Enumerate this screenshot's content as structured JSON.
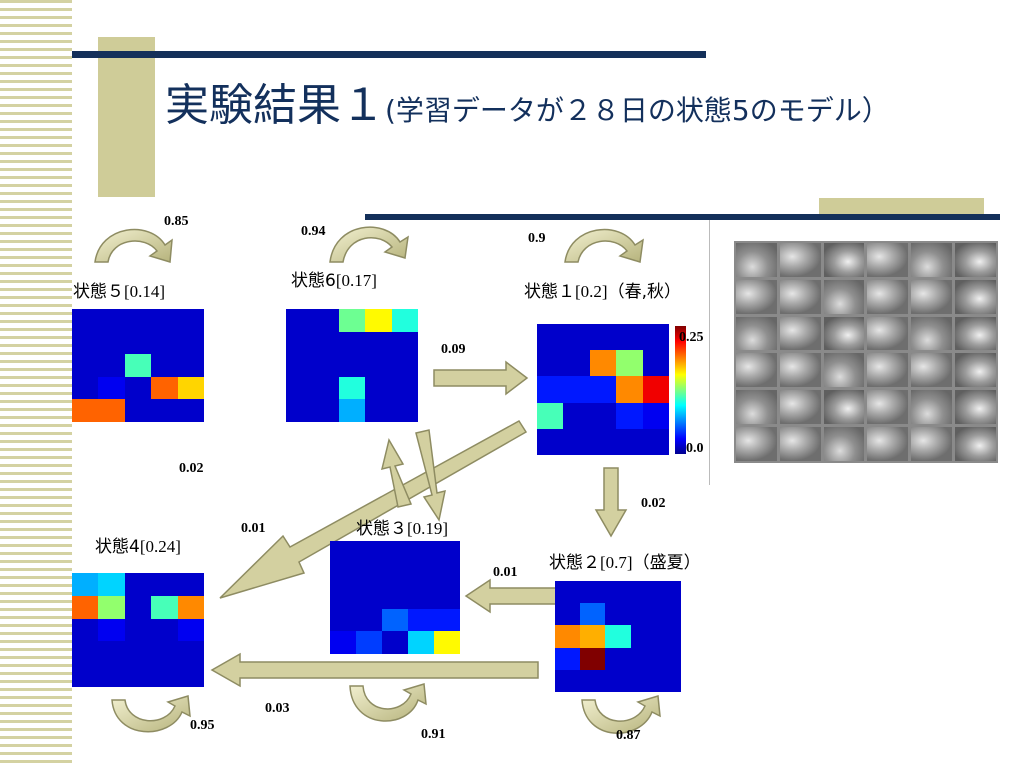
{
  "title": {
    "main": "実験結果１",
    "sub": "(学習データが２８日の状態5のモデル）"
  },
  "states": [
    {
      "id": "s5",
      "name": "状態５",
      "prob": "[0.14]",
      "season": ""
    },
    {
      "id": "s6",
      "name": "状態6",
      "prob": "[0.17]",
      "season": ""
    },
    {
      "id": "s1",
      "name": "状態１",
      "prob": "[0.2]",
      "season": "（春,秋）"
    },
    {
      "id": "s4",
      "name": "状態4",
      "prob": "[0.24]",
      "season": ""
    },
    {
      "id": "s3",
      "name": "状態３",
      "prob": "[0.19]",
      "season": ""
    },
    {
      "id": "s2",
      "name": "状態２",
      "prob": "[0.7]",
      "season": "（盛夏）"
    }
  ],
  "self_transitions": {
    "s5": "0.85",
    "s6": "0.94",
    "s1": "0.9",
    "s4": "0.95",
    "s3": "0.91",
    "s2": "0.87"
  },
  "transitions": {
    "s6_s1": "0.09",
    "s1_s2": "0.02",
    "s2_s3": "0.01",
    "s2_s4": "0.03",
    "s1_s4": "0.01",
    "s5_s3": "0.02"
  },
  "colorbar": {
    "max_label": "0.25",
    "min_label": "0.0"
  },
  "colors": {
    "accent_navy": "#14305a",
    "accent_tan": "#cfcc98",
    "arrow_fill": "#d3d0a0",
    "arrow_stroke": "#8e8c62"
  },
  "heatmaps": {
    "s5": [
      [
        0.02,
        0.02,
        0.02,
        0.02,
        0.02
      ],
      [
        0.02,
        0.02,
        0.02,
        0.02,
        0.02
      ],
      [
        0.02,
        0.02,
        0.12,
        0.02,
        0.02
      ],
      [
        0.02,
        0.03,
        0.02,
        0.21,
        0.18
      ],
      [
        0.21,
        0.21,
        0.02,
        0.02,
        0.02
      ]
    ],
    "s6": [
      [
        0.02,
        0.02,
        0.13,
        0.17,
        0.11
      ],
      [
        0.02,
        0.02,
        0.02,
        0.02,
        0.02
      ],
      [
        0.02,
        0.02,
        0.02,
        0.02,
        0.02
      ],
      [
        0.02,
        0.02,
        0.11,
        0.02,
        0.02
      ],
      [
        0.02,
        0.02,
        0.08,
        0.02,
        0.02
      ]
    ],
    "s1": [
      [
        0.02,
        0.02,
        0.02,
        0.02,
        0.02
      ],
      [
        0.02,
        0.02,
        0.2,
        0.14,
        0.02
      ],
      [
        0.04,
        0.04,
        0.04,
        0.2,
        0.24
      ],
      [
        0.12,
        0.02,
        0.02,
        0.04,
        0.03
      ],
      [
        0.02,
        0.02,
        0.02,
        0.02,
        0.02
      ]
    ],
    "s4": [
      [
        0.08,
        0.09,
        0.02,
        0.02,
        0.02
      ],
      [
        0.21,
        0.14,
        0.02,
        0.12,
        0.2
      ],
      [
        0.02,
        0.03,
        0.02,
        0.02,
        0.03
      ],
      [
        0.02,
        0.02,
        0.02,
        0.02,
        0.02
      ],
      [
        0.02,
        0.02,
        0.02,
        0.02,
        0.02
      ]
    ],
    "s3": [
      [
        0.02,
        0.02,
        0.02,
        0.02,
        0.02
      ],
      [
        0.02,
        0.02,
        0.02,
        0.02,
        0.02
      ],
      [
        0.02,
        0.02,
        0.02,
        0.02,
        0.02
      ],
      [
        0.02,
        0.02,
        0.06,
        0.04,
        0.04
      ],
      [
        0.03,
        0.05,
        0.02,
        0.09,
        0.17
      ]
    ],
    "s2": [
      [
        0.02,
        0.02,
        0.02,
        0.02,
        0.02
      ],
      [
        0.02,
        0.06,
        0.02,
        0.02,
        0.02
      ],
      [
        0.2,
        0.19,
        0.11,
        0.02,
        0.02
      ],
      [
        0.04,
        0.27,
        0.02,
        0.02,
        0.02
      ],
      [
        0.02,
        0.02,
        0.02,
        0.02,
        0.02
      ]
    ]
  }
}
